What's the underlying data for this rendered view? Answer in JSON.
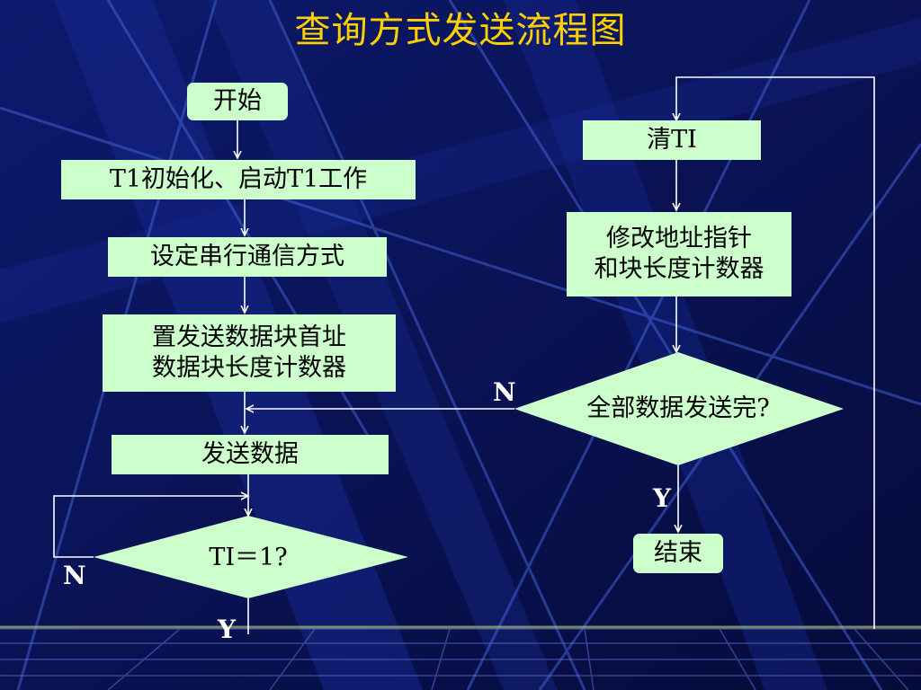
{
  "title": "查询方式发送流程图",
  "colors": {
    "background": "#0a1250",
    "box_fill": "#ccffcc",
    "title": "#ffd000",
    "lines": "#ffffff"
  },
  "left_flow": {
    "start": "开始",
    "init": "T1初始化、启动T1工作",
    "set_mode": "设定串行通信方式",
    "set_addr_line1": "置发送数据块首址",
    "set_addr_line2": "数据块长度计数器",
    "send": "发送数据",
    "decision": "TI＝1?",
    "decision_no": "N",
    "decision_yes": "Y"
  },
  "right_flow": {
    "clear": "清TI",
    "modify_line1": "修改地址指针",
    "modify_line2": "和块长度计数器",
    "decision": "全部数据发送完?",
    "decision_no": "N",
    "decision_yes": "Y",
    "end": "结束"
  }
}
